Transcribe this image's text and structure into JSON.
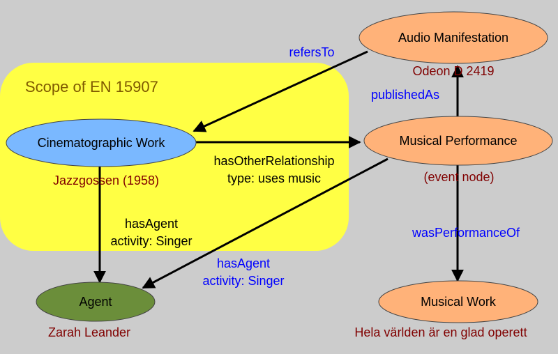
{
  "scope": {
    "label": "Scope of EN 15907"
  },
  "nodes": {
    "audio_manifestation": {
      "label": "Audio Manifestation",
      "instance": "Odeon D 2419"
    },
    "cinematographic_work": {
      "label": "Cinematographic Work",
      "instance": "Jazzgossen (1958)"
    },
    "musical_performance": {
      "label": "Musical Performance",
      "instance": "(event node)"
    },
    "agent": {
      "label": "Agent",
      "instance": "Zarah Leander"
    },
    "musical_work": {
      "label": "Musical Work",
      "instance": "Hela världen är en glad operett"
    }
  },
  "edges": {
    "refers_to": "refersTo",
    "published_as": "publishedAs",
    "has_other_relationship": {
      "line1": "hasOtherRelationship",
      "line2": "type: uses music"
    },
    "has_agent_1": {
      "line1": "hasAgent",
      "line2": "activity: Singer"
    },
    "has_agent_2": {
      "line1": "hasAgent",
      "line2": "activity: Singer"
    },
    "was_performance_of": "wasPerformanceOf"
  },
  "colors": {
    "background": "#cccccc",
    "scope_fill": "#ffff44",
    "cinematographic_fill": "#7ab8ff",
    "orange_fill": "#ffb279",
    "agent_fill": "#6b8e3a",
    "blue_text": "#0000ff",
    "instance_text": "#800000"
  }
}
